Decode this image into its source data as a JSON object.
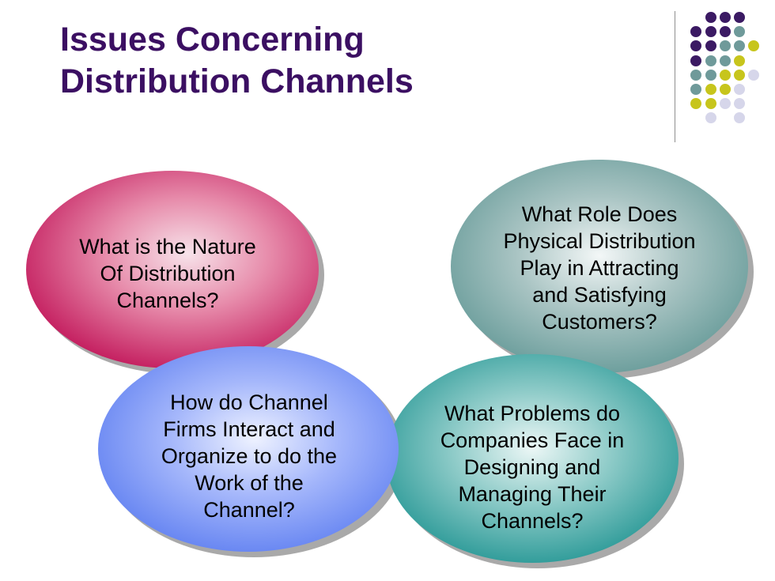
{
  "title": {
    "line1": "Issues Concerning",
    "line2": "Distribution Channels"
  },
  "colors": {
    "title": "#3b0f62",
    "purple": "#3b1a63",
    "teal_gray": "#6f9a9a",
    "olive_yellow": "#c7c51c",
    "lavender": "#d6d6ea",
    "pink_oval": "#c2185b",
    "blue_oval": "#5b7cf0",
    "gray_teal_oval": "#5f9694",
    "teal_oval": "#1c9290"
  },
  "bubbles": [
    {
      "id": "nature",
      "color": "pink",
      "lines": [
        "What is the Nature",
        "Of Distribution",
        "Channels?"
      ]
    },
    {
      "id": "physical-distribution",
      "color": "gray-teal",
      "lines": [
        "What Role Does",
        "Physical Distribution",
        "Play in Attracting",
        "and Satisfying",
        "Customers?"
      ]
    },
    {
      "id": "interact",
      "color": "blue",
      "lines": [
        "How do Channel",
        "Firms Interact and",
        "Organize to do the",
        "Work of the",
        "Channel?"
      ]
    },
    {
      "id": "problems",
      "color": "teal",
      "lines": [
        "What Problems do",
        "Companies Face in",
        "Designing and",
        "Managing Their",
        "Channels?"
      ]
    }
  ]
}
